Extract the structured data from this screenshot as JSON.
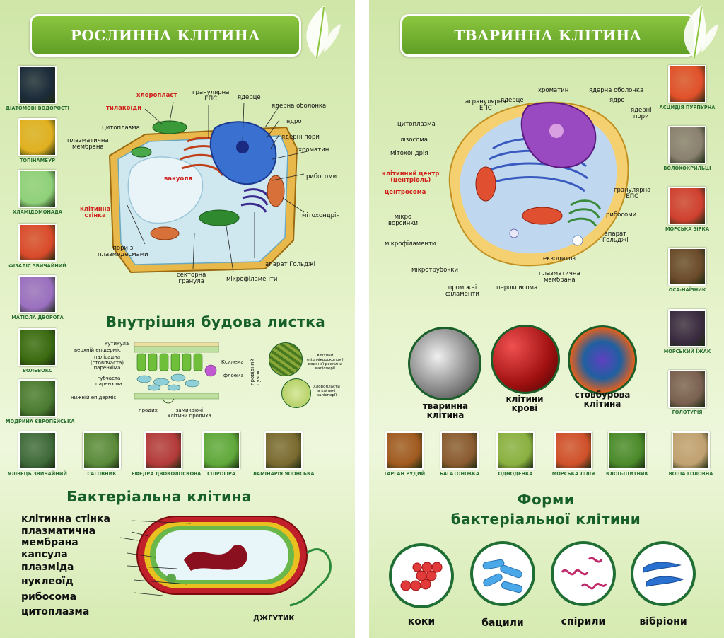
{
  "left": {
    "title": "РОСЛИННА КЛІТИНА",
    "thumbs_left": [
      {
        "caption": "ДІАТОМОВІ ВОДОРОСТІ",
        "color": "#1c2b3a"
      },
      {
        "caption": "ТОПІНАМБУР",
        "color": "#e0b020"
      },
      {
        "caption": "ХЛАМІДОМОНАДА",
        "color": "#8fd07a"
      },
      {
        "caption": "ФІЗАЛІС ЗВИЧАЙНИЙ",
        "color": "#d94a2a"
      },
      {
        "caption": "МАТІОЛА ДВОРОГА",
        "color": "#9a6fc0"
      },
      {
        "caption": "ВОЛЬВОКС",
        "color": "#3a6a10"
      },
      {
        "caption": "МОДРИНА ЄВРОПЕЙСЬКА",
        "color": "#4a7a30"
      }
    ],
    "thumbs_bottom": [
      {
        "caption": "ЯЛІВЕЦЬ ЗВИЧАЙНИЙ",
        "color": "#3f6a3a"
      },
      {
        "caption": "САГОВНИК",
        "color": "#5a8a3a"
      },
      {
        "caption": "ЕФЕДРА ДВОКОЛОСКОВА",
        "color": "#b33a3a"
      },
      {
        "caption": "СПІРОГІРА",
        "color": "#5fa83a"
      },
      {
        "caption": "ЛАМІНАРІЯ ЯПОНСЬКА",
        "color": "#7a6a30"
      }
    ],
    "cell_labels": {
      "chloroplast": "хлоропласт",
      "thylakoids": "тилакоїди",
      "granular_eps": "гранулярна\nЕПС",
      "nucleolus": "ядерце",
      "nuclear_envelope": "ядерна оболонка",
      "cytoplasm": "цитоплазма",
      "nucleus": "ядро",
      "plasma_membrane": "плазматична\nмембрана",
      "nuclear_pores": "ядерні пори",
      "chromatin": "хроматин",
      "vacuole": "вакуоля",
      "ribosomes": "рибосоми",
      "cell_wall": "клітинна\nстінка",
      "mitochondria": "мітохондрія",
      "pores": "пори з\nплазмодесмами",
      "golgi": "апарат Гольджі",
      "secretory_granule": "секторна\nгранула",
      "microfilaments": "мікрофіламенти"
    },
    "leaf_title": "Внутрішня будова листка",
    "leaf_labels": {
      "cuticle": "кутикула",
      "upper_epidermis": "верхній епідерміс",
      "palisade": "палісадна\n(стовпчаста)\nпаренхіма",
      "spongy": "губчаста\nпаренхіма",
      "lower_epidermis": "нижній епідерміс",
      "xylem": "Ксилема",
      "phloem": "флоема",
      "vascular_bundle": "провідний\nпучок",
      "stoma": "продих",
      "guard_cells": "замикаючі\nклітини продиха",
      "cells_note": "Клітини\n(під мікроскопом)\nводяної рослини\nвалісперії",
      "chloroplast_note": "Хлоропласти\nв клітині\nвалісперії"
    },
    "bacteria_title": "Бактеріальна клітина",
    "bacteria_labels": [
      "клітинна стінка",
      "плазматична",
      "мембрана",
      "капсула",
      "плазміда",
      "нуклеоїд",
      "рибосома",
      "цитоплазма"
    ],
    "flagellum": "ДЖГУТИК"
  },
  "right": {
    "title": "ТВАРИННА КЛІТИНА",
    "thumbs_right": [
      {
        "caption": "АСЦИДІЯ ПУРПУРНА",
        "color": "#e0502a"
      },
      {
        "caption": "ВОЛОХОКРИЛЬЦІ",
        "color": "#8a8070"
      },
      {
        "caption": "МОРСЬКА ЗІРКА",
        "color": "#d04030"
      },
      {
        "caption": "ОСА-НАЇЗНИК",
        "color": "#6a4a2a"
      },
      {
        "caption": "МОРСЬКИЙ ЇЖАК",
        "color": "#3a2a40"
      },
      {
        "caption": "ГОЛОТУРІЯ",
        "color": "#7a6050"
      }
    ],
    "thumbs_bottom": [
      {
        "caption": "ТАРГАН РУДИЙ",
        "color": "#a05a20"
      },
      {
        "caption": "БАГАТОНІЖКА",
        "color": "#8a5a30"
      },
      {
        "caption": "ОДНОДЕНКА",
        "color": "#8ab040"
      },
      {
        "caption": "МОРСЬКА ЛІЛІЯ",
        "color": "#d0502a"
      },
      {
        "caption": "КЛОП-ЩИТНИК",
        "color": "#4a8a2a"
      },
      {
        "caption": "ВОША ГОЛОВНА",
        "color": "#c0a070"
      }
    ],
    "cell_labels": {
      "chromatin": "хроматин",
      "nuclear_envelope": "ядерна оболонка",
      "agranular_eps": "агранулярна\nЕПС",
      "nucleolus": "ядерце",
      "nucleus": "ядро",
      "nuclear_pores": "ядерні\nпори",
      "cytoplasm": "цитоплазма",
      "lysosome": "лізосома",
      "mitochondria": "мітохондрія",
      "cell_center": "клітинний центр\n(центріоль)",
      "centrosome": "центросома",
      "microvilli": "мікро\nворсинки",
      "microfilaments": "мікрофіламенти",
      "granular_eps": "гранулярна\nЕПС",
      "ribosomes": "рибосоми",
      "golgi": "апарат\nГольджі",
      "exocytosis": "екзоцитоз",
      "microtubules": "мікротрубочки",
      "plasma_membrane": "плазматична\nмембрана",
      "peroxisome": "пероксисома",
      "intermediate_filaments": "проміжні\nфіламенти"
    },
    "circles": [
      {
        "caption": "тваринна\nклітина"
      },
      {
        "caption": "клітини\nкрові"
      },
      {
        "caption": "стовбурова\nклітина"
      }
    ],
    "bacteria_forms_title_1": "Форми",
    "bacteria_forms_title_2": "бактеріальної клітини",
    "forms": [
      {
        "caption": "коки"
      },
      {
        "caption": "бацили"
      },
      {
        "caption": "спірили"
      },
      {
        "caption": "вібріони"
      }
    ]
  }
}
